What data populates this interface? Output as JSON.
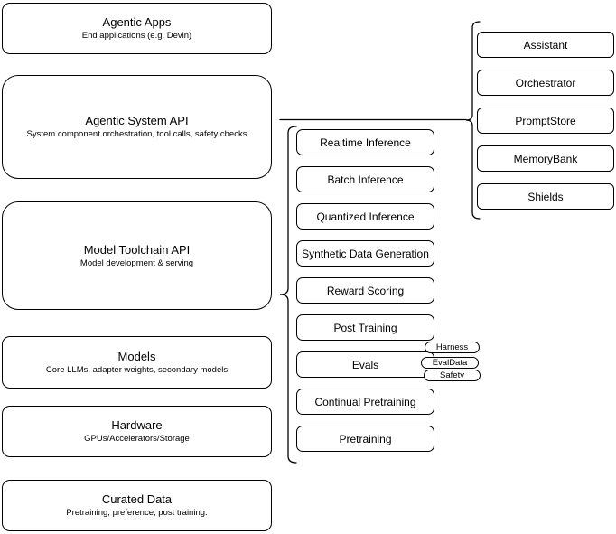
{
  "diagram": {
    "stack": [
      {
        "title": "Agentic Apps",
        "subtitle": "End applications (e.g. Devin)"
      },
      {
        "title": "Agentic System API",
        "subtitle": "System component orchestration, tool calls, safety checks"
      },
      {
        "title": "Model Toolchain API",
        "subtitle": "Model development & serving"
      },
      {
        "title": "Models",
        "subtitle": "Core LLMs, adapter weights, secondary models"
      },
      {
        "title": "Hardware",
        "subtitle": "GPUs/Accelerators/Storage"
      },
      {
        "title": "Curated Data",
        "subtitle": "Pretraining, preference, post training."
      }
    ],
    "toolchain": {
      "items": [
        {
          "label": "Realtime Inference"
        },
        {
          "label": "Batch Inference"
        },
        {
          "label": "Quantized Inference"
        },
        {
          "label": "Synthetic Data Generation"
        },
        {
          "label": "Reward Scoring"
        },
        {
          "label": "Post Training"
        },
        {
          "label": "Evals"
        },
        {
          "label": "Continual Pretraining"
        },
        {
          "label": "Pretraining"
        }
      ]
    },
    "evals_tags": [
      {
        "label": "Harness"
      },
      {
        "label": "EvalData"
      },
      {
        "label": "Safety"
      }
    ],
    "components": {
      "items": [
        {
          "label": "Assistant"
        },
        {
          "label": "Orchestrator"
        },
        {
          "label": "PromptStore"
        },
        {
          "label": "MemoryBank"
        },
        {
          "label": "Shields"
        }
      ]
    },
    "colors": {
      "stroke": "#000000",
      "fill": "#ffffff",
      "text": "#000000"
    }
  }
}
